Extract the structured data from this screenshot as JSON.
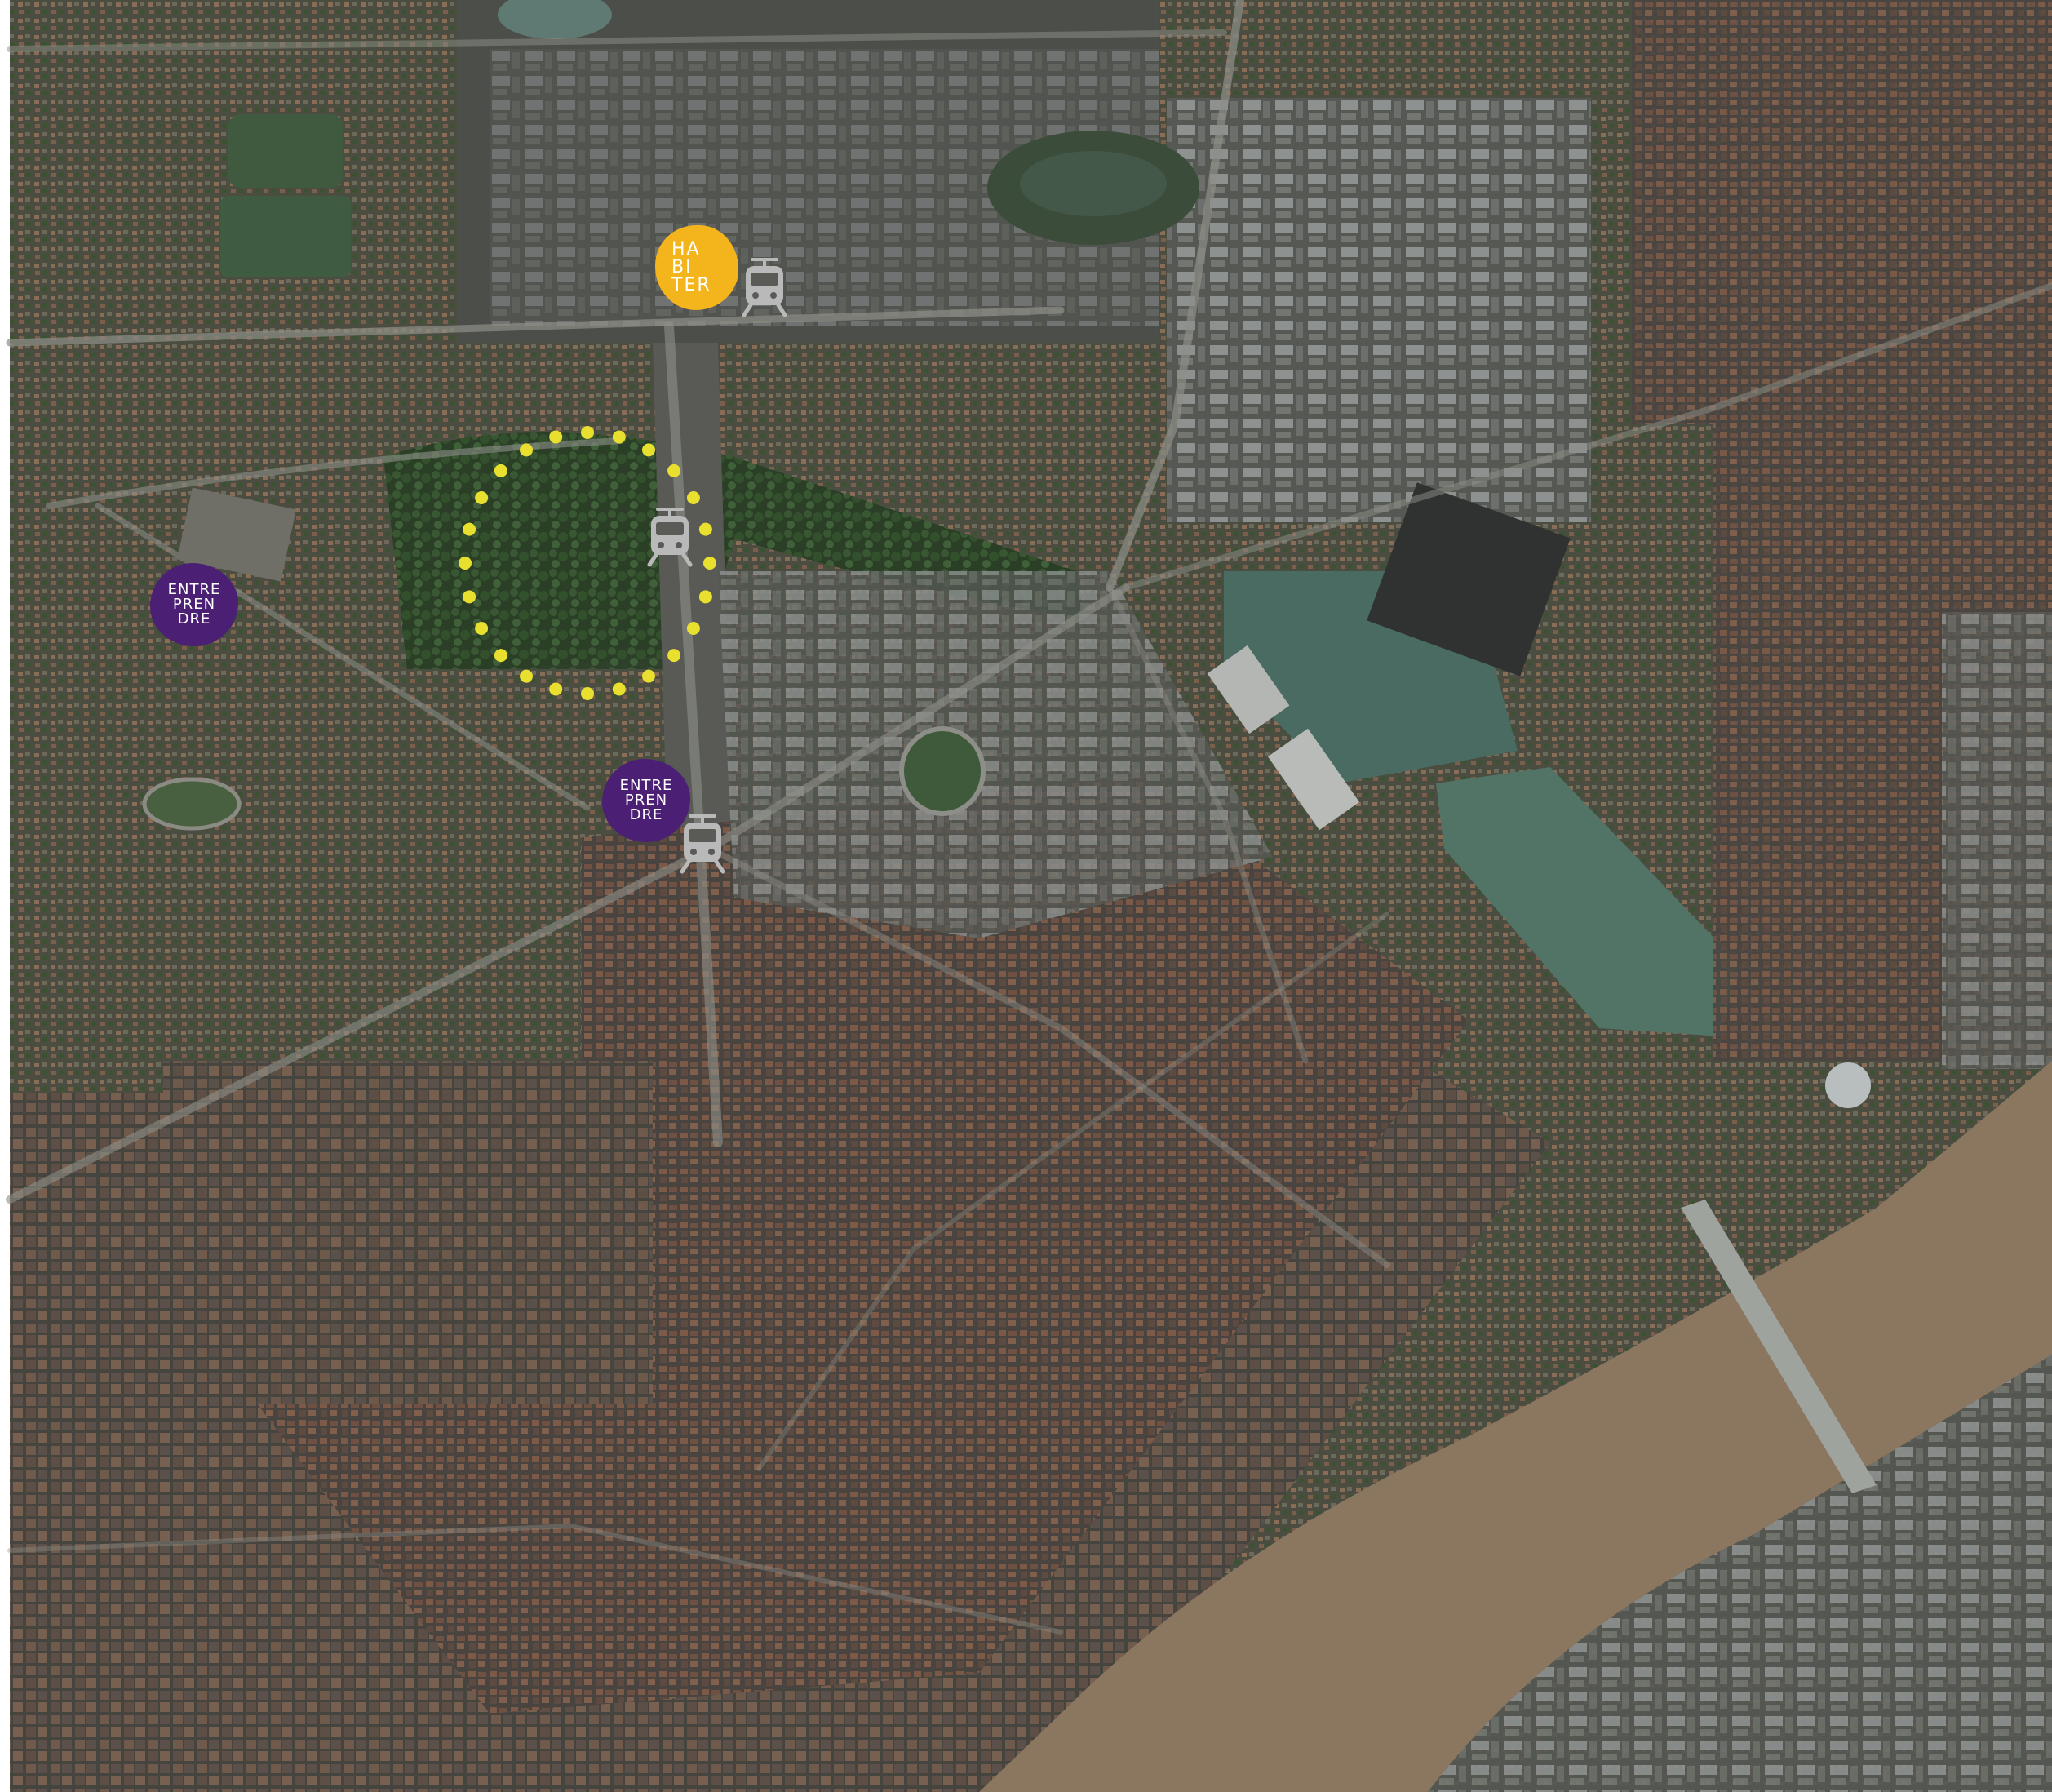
{
  "map": {
    "kind": "aerial-satellite",
    "colors": {
      "urban_dark": "#3d3f3c",
      "urban_mid": "#55584f",
      "roofs_orange": "#8a6a55",
      "vegetation": "#2f4a2a",
      "river": "#8a7560",
      "docks_water": "#4d7068",
      "road": "#8b8b84"
    }
  },
  "markers": {
    "habiter": {
      "lines": [
        "HA",
        "BI",
        "TER"
      ],
      "color": "#f4b41c",
      "text_color": "#ffffff"
    },
    "entreprendre_1": {
      "lines": [
        "ENTRE",
        "PREN",
        "DRE"
      ],
      "color": "#4b1f73",
      "text_color": "#ffffff"
    },
    "entreprendre_2": {
      "lines": [
        "ENTRE",
        "PREN",
        "DRE"
      ],
      "color": "#4b1f73",
      "text_color": "#ffffff"
    },
    "tram_icon": {
      "icon": "tram-icon",
      "color": "#b9b9b9"
    },
    "route_dots": {
      "color": "#e8df2f",
      "count": 24
    }
  }
}
